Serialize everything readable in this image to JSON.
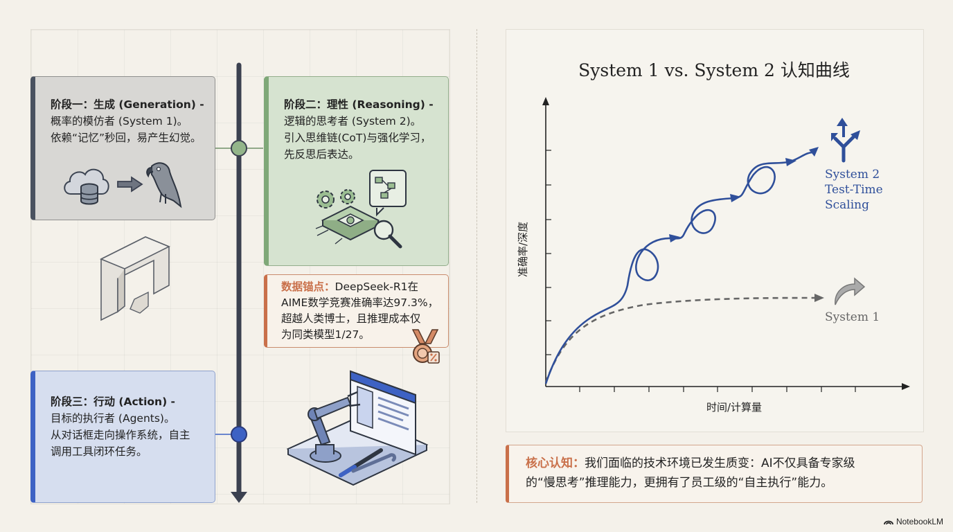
{
  "stage1": {
    "title": "阶段一：生成 (Generation) -",
    "subtitle": "概率的模仿者 (System 1)。",
    "desc": "依赖“记忆”秒回，易产生幻觉。"
  },
  "stage2": {
    "title": "阶段二：理性 (Reasoning) -",
    "subtitle": "逻辑的思考者 (System 2)。",
    "desc_line1": "引入思维链(CoT)与强化学习，",
    "desc_line2": "先反思后表达。"
  },
  "stage3": {
    "title": "阶段三：行动 (Action) -",
    "subtitle": "目标的执行者 (Agents)。",
    "desc_line1": "从对话框走向操作系统，自主",
    "desc_line2": "调用工具闭环任务。"
  },
  "data_anchor": {
    "label": "数据锚点：",
    "line1": "DeepSeek-R1在",
    "line2": "AIME数学竞赛准确率达97.3%，",
    "line3": "超越人类博士，且推理成本仅",
    "line4": "为同类模型1/27。"
  },
  "chart_data": {
    "type": "line",
    "title": "System 1 vs. System 2 认知曲线",
    "xlabel": "时间/计算量",
    "ylabel": "准确率/深度",
    "series": [
      {
        "name": "System 2 Test-Time Scaling",
        "style": "solid",
        "color": "#2f4f9a",
        "label_lines": [
          "System 2",
          "Test-Time",
          "Scaling"
        ],
        "trend": "rising with reasoning loops"
      },
      {
        "name": "System 1",
        "style": "dashed",
        "color": "#666666",
        "label_lines": [
          "System 1"
        ],
        "trend": "fast rise then plateau"
      }
    ]
  },
  "core": {
    "label": "核心认知：",
    "text1": "我们面临的技术环境已发生质变：AI不仅具备专家级",
    "text2": "的“慢思考”推理能力，更拥有了员工级的“自主执行”能力。"
  },
  "brand": {
    "name": "NotebookLM"
  },
  "colors": {
    "stage1": "#4a5260",
    "stage2": "#7fa878",
    "stage3": "#3d62c4",
    "accent": "#c9704a",
    "system2": "#2f4f9a"
  }
}
